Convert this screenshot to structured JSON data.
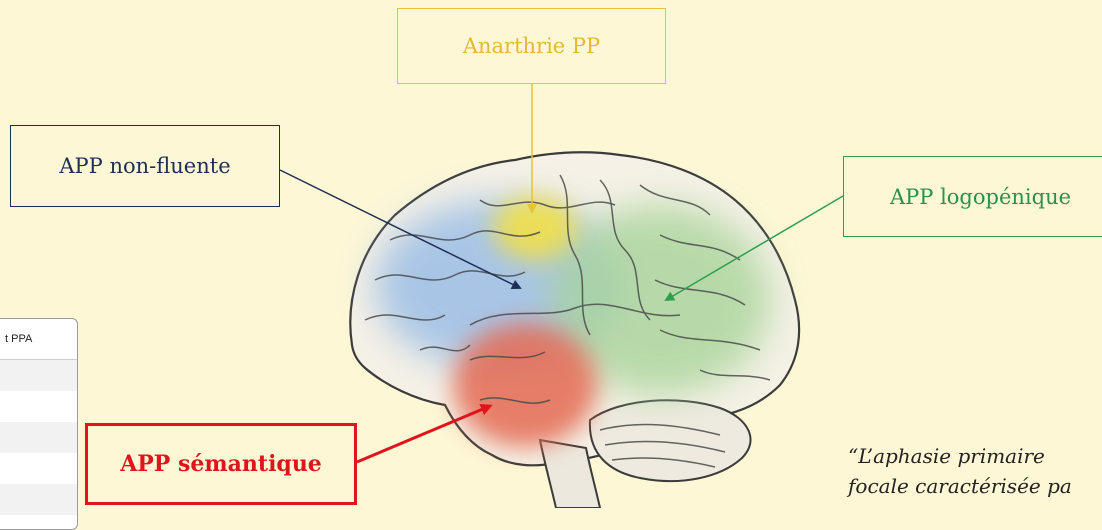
{
  "labels": {
    "anarthrie": "Anarthrie PP",
    "non_fluente": "APP non-fluente",
    "logopenique": "APP logopénique",
    "semantique": "APP sémantique"
  },
  "table": {
    "header": "t PPA"
  },
  "quote": {
    "line1": "“L’aphasie primaire",
    "line2": "focale caractérisée pa"
  },
  "colors": {
    "background": "#fdf7d6",
    "anarthrie": "#e9c13a",
    "non_fluente": "#1f2e55",
    "logopenique": "#2f9e4f",
    "semantique": "#e0141a"
  }
}
